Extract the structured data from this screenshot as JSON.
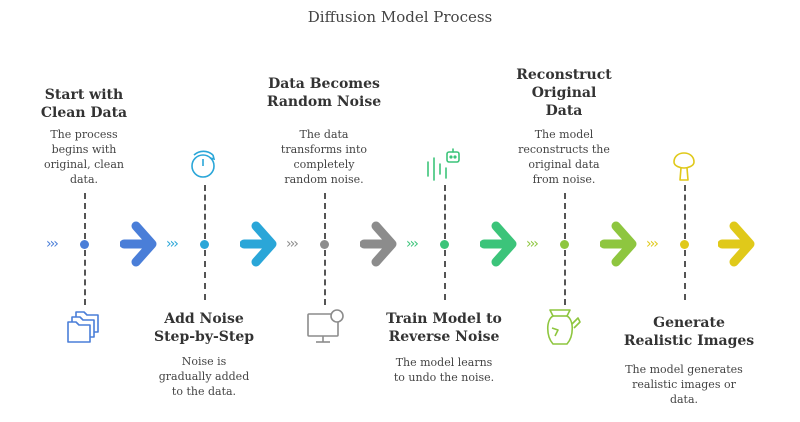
{
  "title": "Diffusion Model Process",
  "colors": {
    "step1": "#4a7ed8",
    "step2": "#2aa6d8",
    "step3": "#8c8c8c",
    "step4": "#3cc47a",
    "step5": "#8ec63f",
    "step6": "#e0c91a"
  },
  "steps": [
    {
      "heading_lines": [
        "Start with",
        "Clean Data"
      ],
      "desc_lines": [
        "The process",
        "begins with",
        "original, clean",
        "data."
      ],
      "icon": "folders-icon"
    },
    {
      "heading_lines": [
        "Add Noise",
        "Step-by-Step"
      ],
      "desc_lines": [
        "Noise is",
        "gradually added",
        "to the data."
      ],
      "icon": "dial-icon"
    },
    {
      "heading_lines": [
        "Data Becomes",
        "Random Noise"
      ],
      "desc_lines": [
        "The data",
        "transforms into",
        "completely",
        "random noise."
      ],
      "icon": "monitor-icon"
    },
    {
      "heading_lines": [
        "Train Model to",
        "Reverse Noise"
      ],
      "desc_lines": [
        "The model learns",
        "to undo the noise."
      ],
      "icon": "robot-icon"
    },
    {
      "heading_lines": [
        "Reconstruct",
        "Original",
        "Data"
      ],
      "desc_lines": [
        "The model",
        "reconstructs the",
        "original data",
        "from noise."
      ],
      "icon": "vase-icon"
    },
    {
      "heading_lines": [
        "Generate",
        "Realistic Images"
      ],
      "desc_lines": [
        "The model generates",
        "realistic images or",
        "data."
      ],
      "icon": "mushroom-icon"
    }
  ]
}
